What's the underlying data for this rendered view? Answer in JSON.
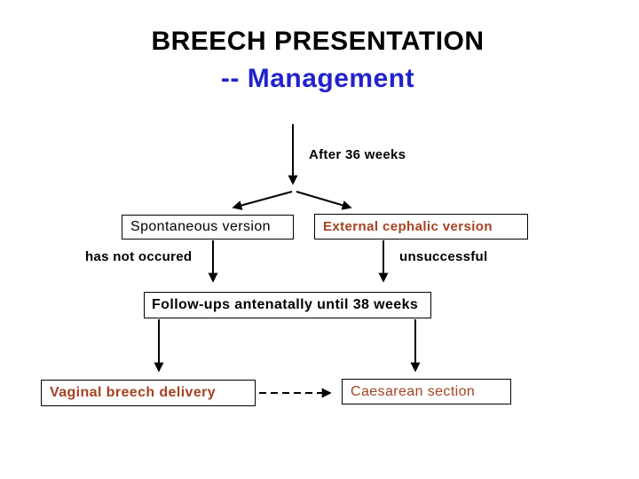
{
  "slide": {
    "title_line1": "BREECH PRESENTATION",
    "title_line2": "-- Management"
  },
  "colors": {
    "title": "#000000",
    "subtitle": "#2222CB",
    "accent": "#A54222",
    "line": "#000000"
  },
  "flowchart": {
    "after_label": "After 36 weeks",
    "left_condition": "has not occured",
    "right_condition": "unsuccessful",
    "boxes": {
      "spontaneous": "Spontaneous version",
      "external": "External cephalic version",
      "followups": "Follow-ups antenatally until 38 weeks",
      "vaginal": "Vaginal breech delivery",
      "caesarean": "Caesarean section"
    }
  }
}
